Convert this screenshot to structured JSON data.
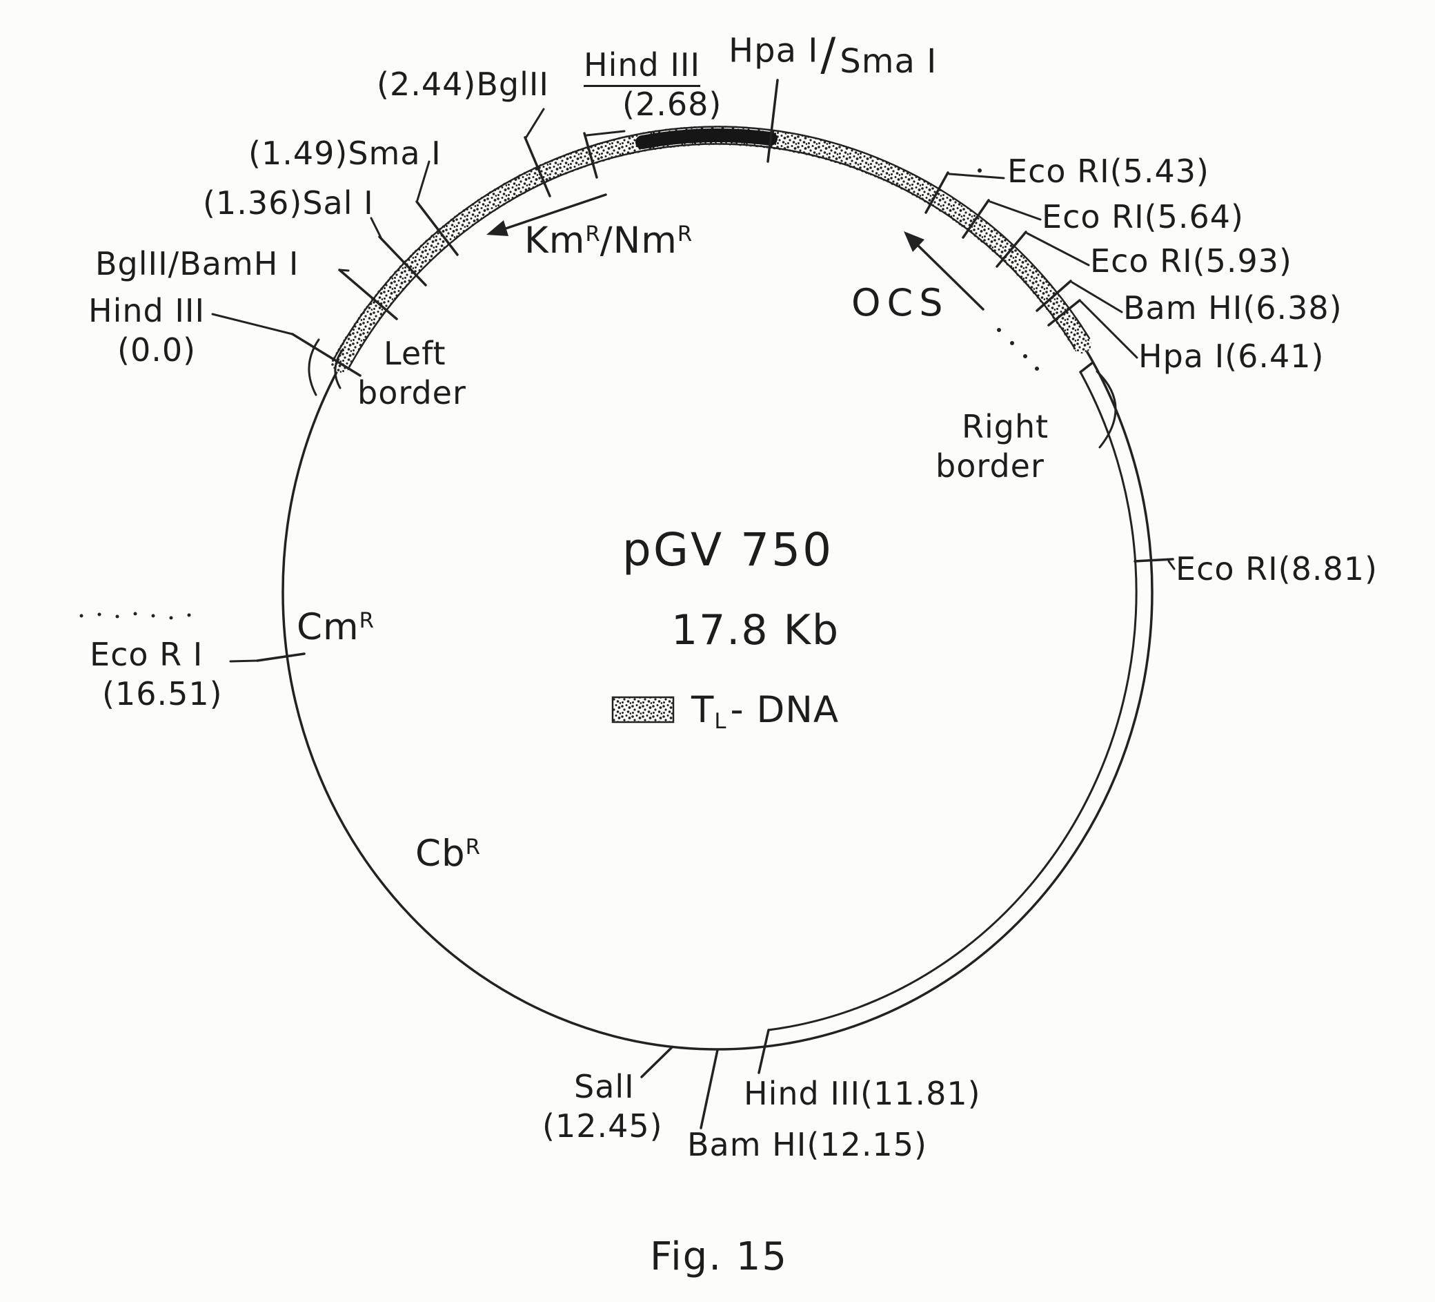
{
  "figure": {
    "title": "pGV 750",
    "size_label": "17.8 Kb",
    "caption": "Fig. 15",
    "legend": {
      "t": "T",
      "sub": "L",
      "rest": "- DNA"
    }
  },
  "markers": {
    "hpa_sma_top": {
      "left": "Hpa I",
      "slash": "/",
      "right": "Sma I"
    },
    "hind3_268": {
      "name": "Hind III",
      "pos": "(2.68)"
    },
    "bgl2_244": "(2.44)BglII",
    "sma1_149": "(1.49)Sma I",
    "sal1_136": "(1.36)Sal I",
    "bgl2_bamh1": "BglII/BamH I",
    "hind3_00": {
      "name": "Hind III",
      "pos": "(0.0)"
    },
    "eco_543": "Eco RI(5.43)",
    "eco_564": "Eco RI(5.64)",
    "eco_593": "Eco RI(5.93)",
    "bam_638": "Bam HI(6.38)",
    "hpa_641": "Hpa I(6.41)",
    "eco_881": "Eco RI(8.81)",
    "hind3_1181": "Hind III(11.81)",
    "bam_1215": "Bam HI(12.15)",
    "sal_1245": {
      "name": "SalI",
      "pos": "(12.45)"
    },
    "eco_1651": {
      "name": "Eco R I",
      "pos": "(16.51)"
    }
  },
  "regions": {
    "left_border": {
      "line1": "Left",
      "line2": "border"
    },
    "right_border": {
      "line1": "Right",
      "line2": "border"
    },
    "ocs": "OCS",
    "km_nm": {
      "b1": "Km",
      "s1": "R",
      "b2": "/Nm",
      "s2": "R"
    },
    "cm": {
      "base": "Cm",
      "sup": "R"
    },
    "cb": {
      "base": "Cb",
      "sup": "R"
    }
  }
}
